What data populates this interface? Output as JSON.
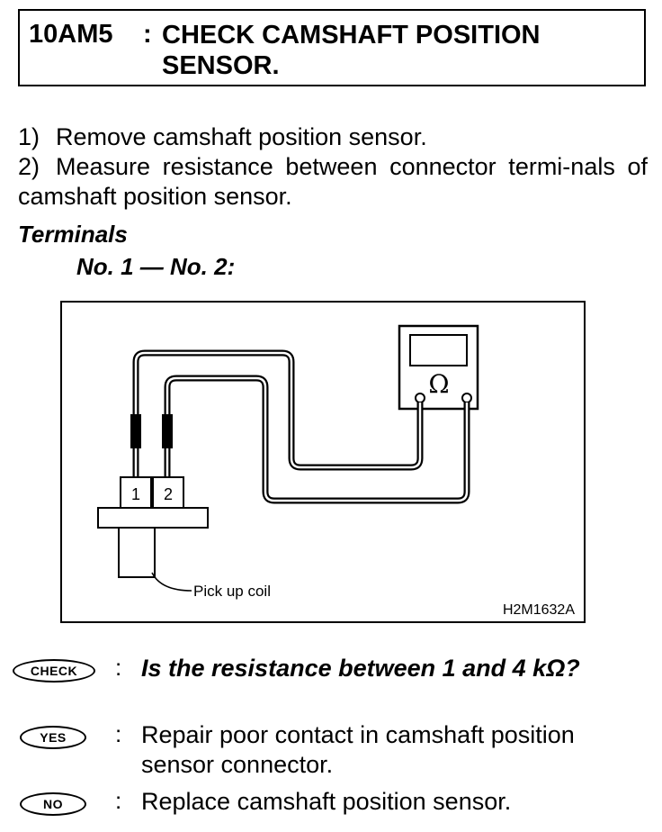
{
  "header": {
    "code": "10AM5",
    "colon": ":",
    "title": "CHECK CAMSHAFT POSITION SENSOR."
  },
  "steps": [
    {
      "num": "1)",
      "text": "Remove camshaft position sensor."
    },
    {
      "num": "2)",
      "text": "Measure resistance between connector termi-nals of camshaft position sensor."
    }
  ],
  "terminals": {
    "heading": "Terminals",
    "value": "No. 1 — No. 2:"
  },
  "figure": {
    "terminal_1": "1",
    "terminal_2": "2",
    "meter_symbol": "Ω",
    "coil_label": "Pick up coil",
    "figure_code": "H2M1632A"
  },
  "qa": {
    "check": {
      "badge": "CHECK",
      "colon": ":",
      "text": "Is the resistance between 1 and 4 kΩ?"
    },
    "yes": {
      "badge": "YES",
      "colon": ":",
      "text": "Repair poor contact in camshaft position sensor connector."
    },
    "no": {
      "badge": "NO",
      "colon": ":",
      "text": "Replace camshaft position sensor."
    }
  }
}
